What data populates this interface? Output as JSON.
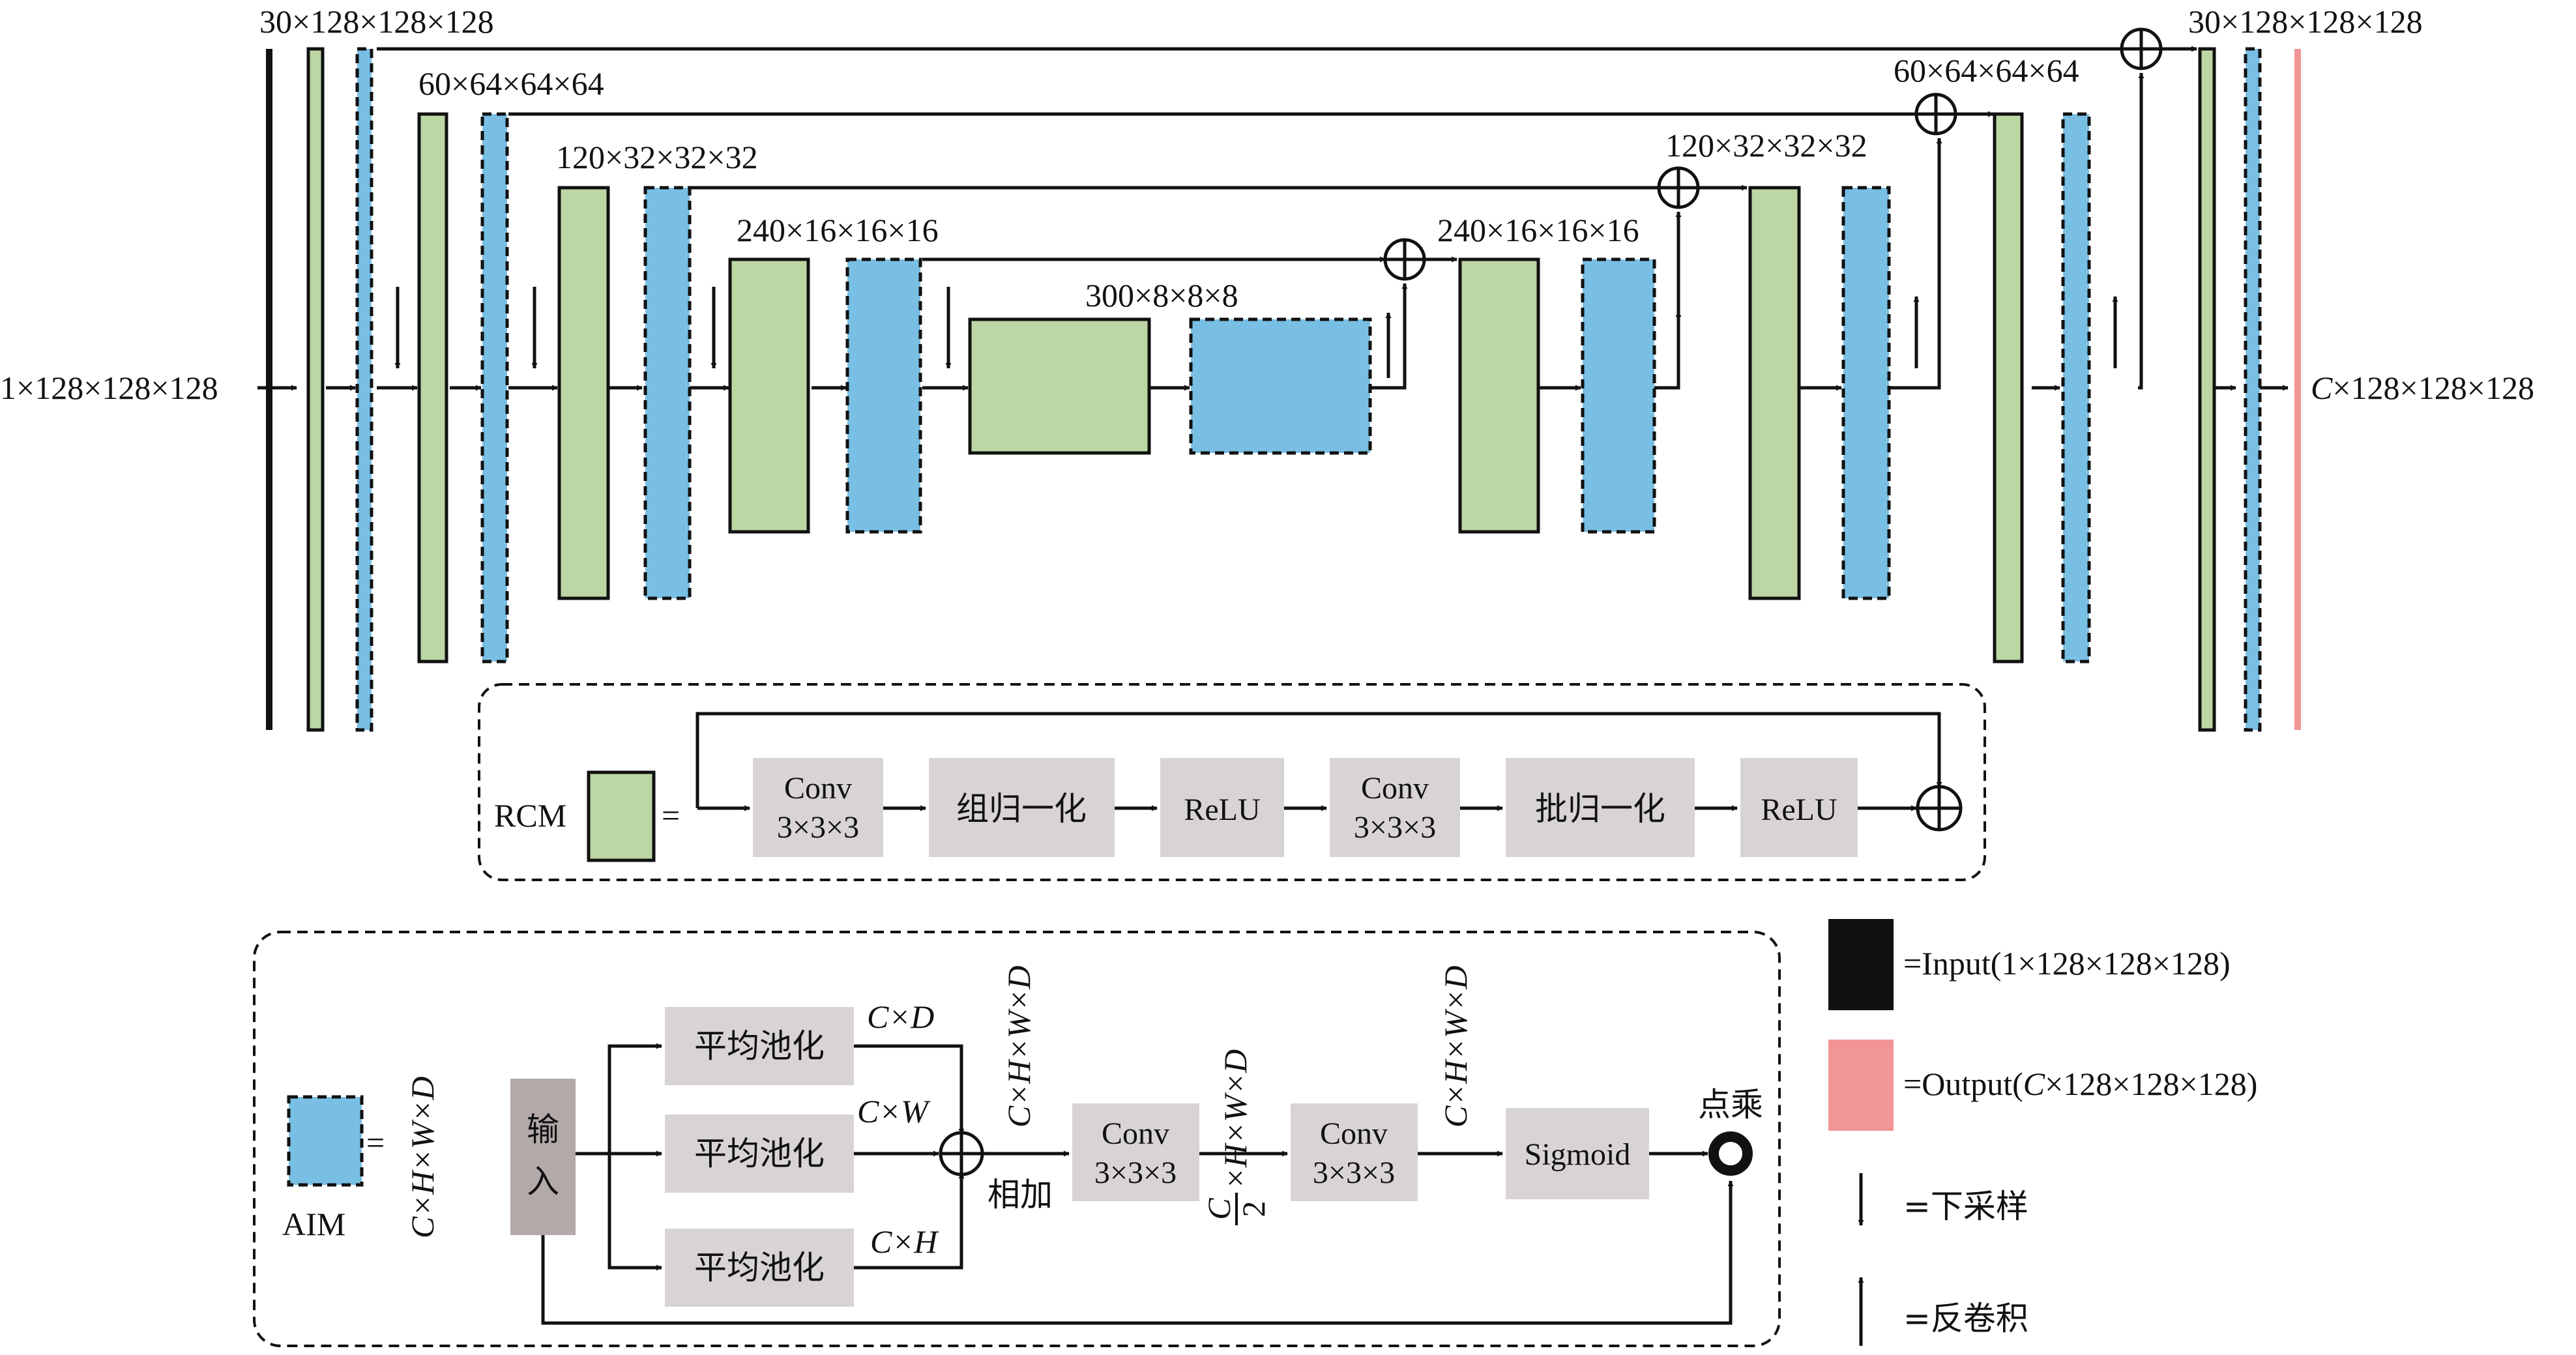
{
  "network": {
    "input_label": "1×128×128×128",
    "output_label_var": "C",
    "output_label_rest": "×128×128×128",
    "enc_dims": [
      "30×128×128×128",
      "60×64×64×64",
      "120×32×32×32",
      "240×16×16×16"
    ],
    "bottleneck_dim": "300×8×8×8",
    "dec_dims": [
      "240×16×16×16",
      "120×32×32×32",
      "60×64×64×64",
      "30×128×128×128"
    ]
  },
  "rcm": {
    "name": "RCM",
    "equals": "=",
    "steps": [
      {
        "line1": "Conv",
        "line2": "3×3×3"
      },
      {
        "line1": "组归一化",
        "line2": ""
      },
      {
        "line1": "ReLU",
        "line2": ""
      },
      {
        "line1": "Conv",
        "line2": "3×3×3"
      },
      {
        "line1": "批归一化",
        "line2": ""
      },
      {
        "line1": "ReLU",
        "line2": ""
      }
    ]
  },
  "aim": {
    "name": "AIM",
    "equals": "=",
    "dim_label": "C×H×W×D",
    "input_box": [
      "输",
      "入"
    ],
    "pool_label": "平均池化",
    "pool_outputs": [
      "C×D",
      "C×W",
      "C×H"
    ],
    "sum_label": "相加",
    "dim_after_sum": "C×H×W×D",
    "conv1": {
      "line1": "Conv",
      "line2": "3×3×3"
    },
    "mid_dim_frac_num": "C",
    "mid_dim_frac_den": "2",
    "mid_dim_rest": "×H×W×D",
    "conv2": {
      "line1": "Conv",
      "line2": "3×3×3"
    },
    "dim_after_conv2": "C×H×W×D",
    "sigmoid": "Sigmoid",
    "product_label": "点乘"
  },
  "legend": [
    {
      "symbol": "black-bar",
      "text": "=Input(1×128×128×128)",
      "color": "#111111"
    },
    {
      "symbol": "pink-bar",
      "text_prefix": "=Output(",
      "text_var": "C",
      "text_suffix": "×128×128×128)",
      "color": "#f19595"
    },
    {
      "symbol": "down-arrow",
      "text": "=下采样"
    },
    {
      "symbol": "up-arrow",
      "text": "=反卷积"
    }
  ],
  "colors": {
    "rcm_green": "#bcd6a4",
    "aim_blue": "#79bfe4",
    "op_gray": "#d8d4d4",
    "output_pink": "#f19595",
    "input_black": "#111111"
  }
}
